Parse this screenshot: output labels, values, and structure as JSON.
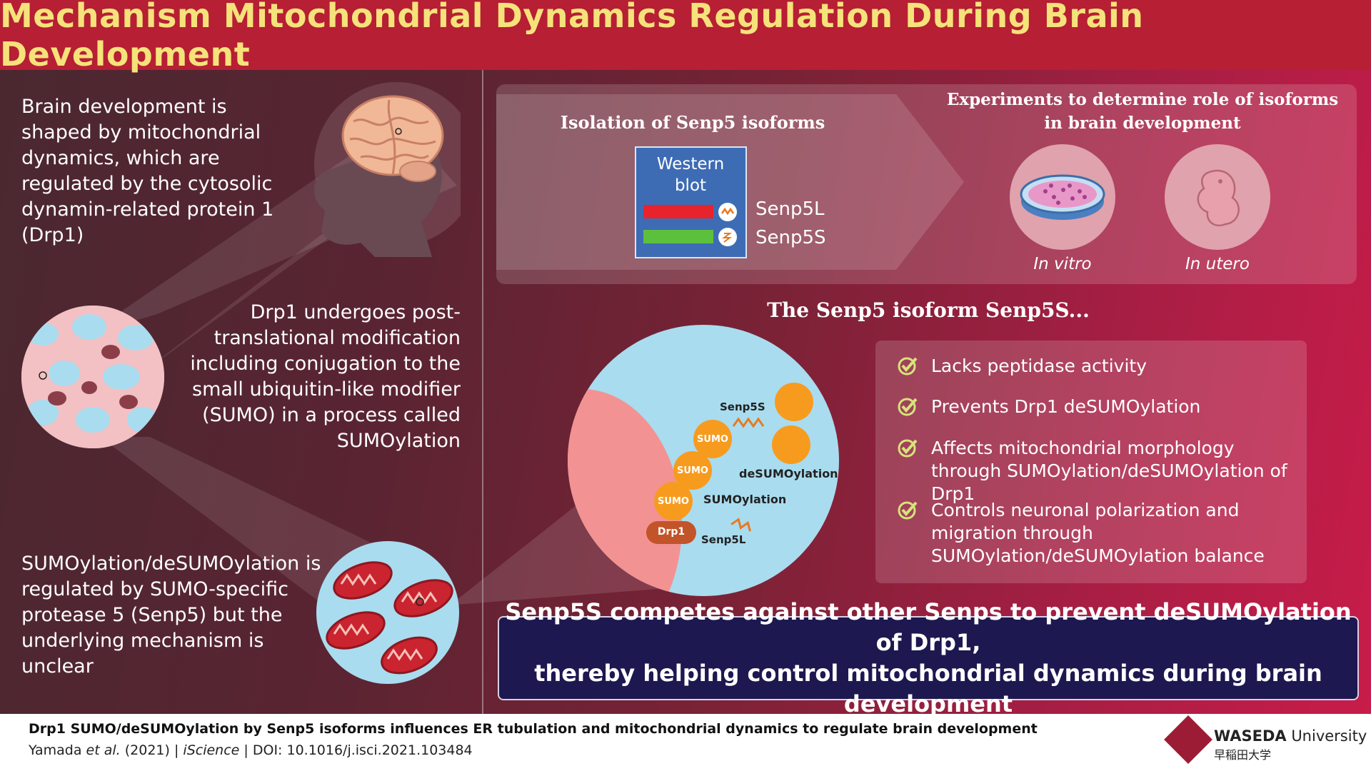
{
  "title": "Mechanism Mitochondrial Dynamics Regulation During Brain Development",
  "left": {
    "text1": "Brain development is shaped by mitochondrial dynamics, which are regulated by the cytosolic dynamin-related protein 1 (Drp1)",
    "text2": "Drp1 undergoes post-translational modification including conjugation to the small ubiquitin-like modifier (SUMO) in a process called SUMOylation",
    "text3": "SUMOylation/deSUMOylation is regulated by SUMO-specific protease 5 (Senp5) but the underlying mechanism is unclear"
  },
  "isolation": {
    "title": "Isolation of Senp5 isoforms",
    "western_blot": "Western blot",
    "bands": [
      {
        "label": "Senp5L",
        "color": "#e8232b"
      },
      {
        "label": "Senp5S",
        "color": "#5dc03c"
      }
    ]
  },
  "experiments": {
    "title": "Experiments to determine role of isoforms in brain development",
    "in_vitro": "In vitro",
    "in_utero": "In utero"
  },
  "senp5s_heading": "The Senp5 isoform Senp5S...",
  "zoom": {
    "senp5s": "Senp5S",
    "senp5l": "Senp5L",
    "sumo": "SUMO",
    "drp1": "Drp1",
    "desumoylation": "deSUMOylation",
    "sumoylation": "SUMOylation"
  },
  "checklist": [
    "Lacks peptidase activity",
    "Prevents Drp1 deSUMOylation",
    "Affects mitochondrial morphology through SUMOylation/deSUMOylation of Drp1",
    "Controls neuronal polarization and migration through SUMOylation/deSUMOylation balance"
  ],
  "conclusion": {
    "line1": "Senp5S competes against other Senps to prevent deSUMOylation of Drp1,",
    "line2": "thereby helping control mitochondrial dynamics during brain development"
  },
  "footer": {
    "paper_title": "Drp1 SUMO/deSUMOylation by Senp5 isoforms influences ER tubulation and mitochondrial dynamics to regulate brain development",
    "authors": "Yamada",
    "et_al": "et al.",
    "year": "(2021)",
    "sep": "|",
    "journal": "iScience",
    "doi": "DOI: 10.1016/j.isci.2021.103484"
  },
  "logo": {
    "name_bold": "WASEDA",
    "name_rest": " University",
    "name_jp": "早稲田大学"
  },
  "colors": {
    "title_bg": "#b61f34",
    "title_text": "#f6e27a",
    "conclusion_bg": "#1d1850",
    "sumo": "#f79b1e",
    "drp1": "#c2542a",
    "logo": "#9d1c35"
  }
}
